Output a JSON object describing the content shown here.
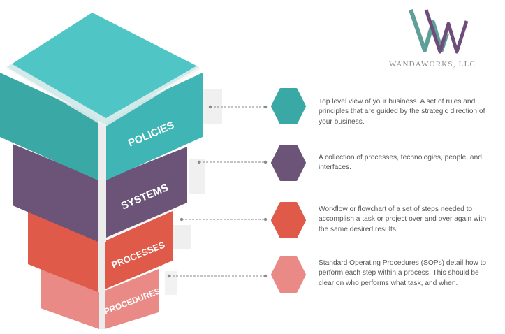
{
  "brand": {
    "name": "WANDAWORKS, LLC",
    "mark": "W monogram"
  },
  "colors": {
    "policies": "#3fb6b5",
    "systems": "#6b5478",
    "processes": "#e05a4a",
    "procedures": "#ea8a86",
    "logo_teal": "#5e9f97",
    "logo_purple": "#6e4d7a"
  },
  "tiers": [
    {
      "key": "policies",
      "label": "POLICIES",
      "color": "#3fb6b5",
      "description": "Top level view of your business. A set of rules and principles that are guided by the strategic direction of your business."
    },
    {
      "key": "systems",
      "label": "SYSTEMS",
      "color": "#6b5478",
      "description": "A collection of processes, technologies, people, and interfaces."
    },
    {
      "key": "processes",
      "label": "PROCESSES",
      "color": "#e05a4a",
      "description": "Workflow or flowchart of a set of steps needed to accomplish a task or project over and over again with the same desired results."
    },
    {
      "key": "procedures",
      "label": "PROCEDURES",
      "color": "#ea8a86",
      "description": "Standard Operating Procedures (SOPs) detail how to perform each step within a process. This should be clear on who performs what task, and when."
    }
  ]
}
